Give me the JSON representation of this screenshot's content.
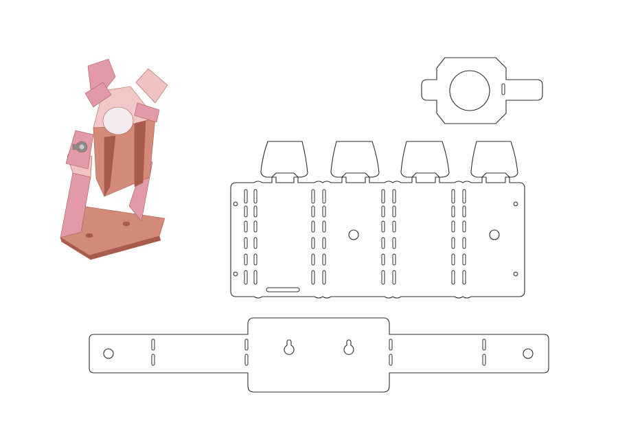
{
  "figure": {
    "description_text": "",
    "colors": {
      "render_body": "#d38a78",
      "render_dark": "#a85a4d",
      "render_pink": "#e39aa8",
      "render_light": "#f1c2c3",
      "outline": "#2b2b2b",
      "bulb": "#f3eaf0",
      "bolt": "#8a8a8a"
    },
    "parts": {
      "render": {
        "icon": "lamp-bracket-render"
      },
      "ring_plate": {
        "icon": "ring-clamp-outline"
      },
      "shade_sheet": {
        "icon": "shade-sheet-outline",
        "tab_count": 4,
        "panel_count": 4
      },
      "base_strap": {
        "icon": "base-strap-outline",
        "keyhole_count": 2
      }
    }
  }
}
